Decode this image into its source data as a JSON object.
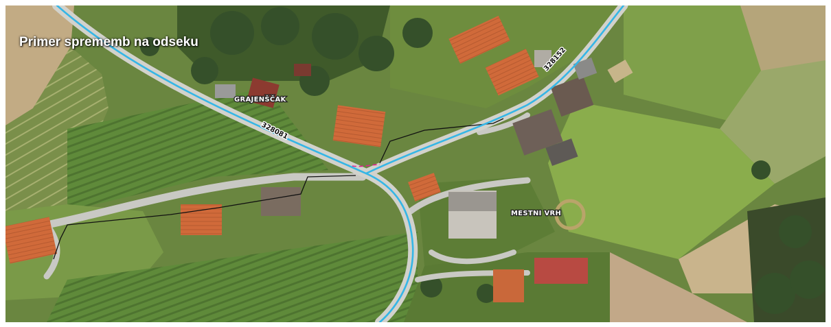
{
  "map": {
    "title": "Primer sprememb na odseku",
    "place_labels": {
      "grajenscak": "GRAJENŠČAK",
      "mestni_vrh": "MESTNI VRH"
    },
    "road_labels": {
      "section_a": "328081",
      "section_b": "328152"
    }
  },
  "colors": {
    "road_centerline": "#35b6e6",
    "proposed_change": "#e0208f",
    "parcel_boundary": "#111111",
    "title_text": "#ffffff"
  }
}
